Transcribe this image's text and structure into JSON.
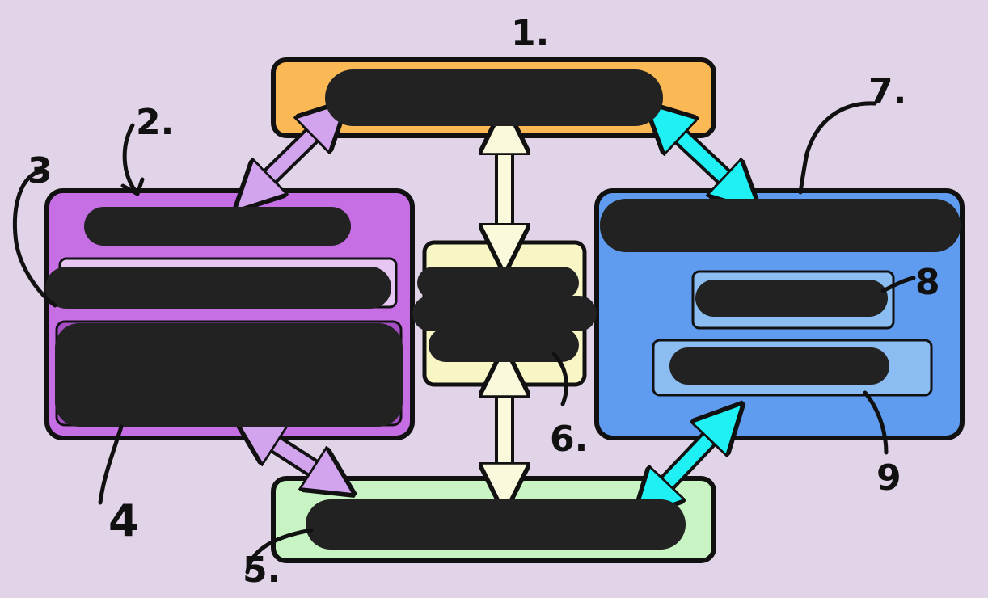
{
  "labels": {
    "n1": "1.",
    "n2": "2.",
    "n3": "3",
    "n4": "4",
    "n5": "5.",
    "n6": "6.",
    "n7": "7.",
    "n8": "8",
    "n9": "9"
  },
  "colors": {
    "background": "#e2d4e8",
    "top_box": "#fbb955",
    "left_box": "#c66ee4",
    "left_inner": "#e6c7f2",
    "right_box": "#5f9cef",
    "right_inner": "#8cbdf2",
    "center_box": "#f8f6c4",
    "bottom_box": "#c8f4c4",
    "arrow_purple": "#d2a4ee",
    "arrow_cyan": "#1ef0f4",
    "arrow_cream": "#fbf9db",
    "redaction": "#222222",
    "outline": "#111111"
  }
}
